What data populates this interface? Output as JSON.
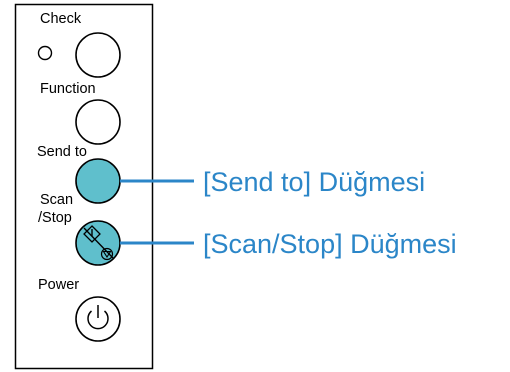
{
  "panel": {
    "check_label": "Check",
    "function_label": "Function",
    "send_to_label": "Send to",
    "scan_label_line1": "Scan",
    "scan_label_line2": "/Stop",
    "power_label": "Power"
  },
  "callouts": {
    "send_to": "[Send to] Düğmesi",
    "scan_stop": "[Scan/Stop] Düğmesi"
  },
  "colors": {
    "highlight": "#5fbfcc",
    "callout_text": "#2b86c8",
    "outline": "#000000"
  },
  "icons": {
    "scan_stop": "start-stop-icon",
    "power": "power-icon"
  }
}
